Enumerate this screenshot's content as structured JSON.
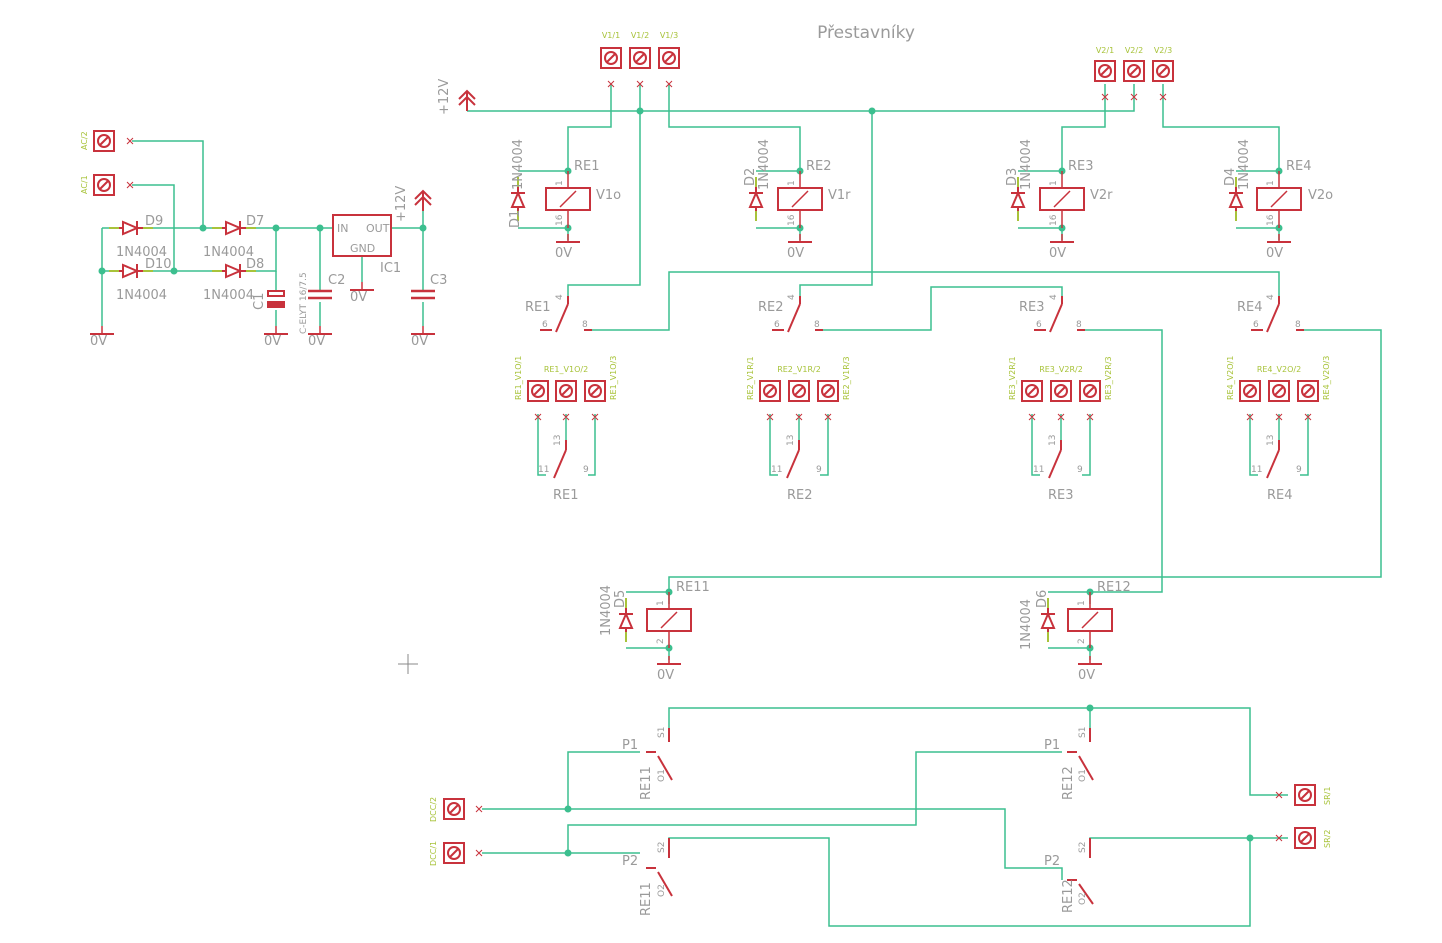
{
  "title": "Přestavníky",
  "colors": {
    "wire": "#3cbf8f",
    "symbol": "#c8323c",
    "label": "#9a9a9a",
    "net_label": "#a8c33a",
    "background": "#ffffff"
  },
  "power": {
    "rail_12v": "+12V",
    "ground": "0V"
  },
  "rectifier": {
    "diodes": [
      {
        "ref": "D9",
        "value": "1N4004"
      },
      {
        "ref": "D7",
        "value": "1N4004"
      },
      {
        "ref": "D10",
        "value": "1N4004"
      },
      {
        "ref": "D8",
        "value": "1N4004"
      }
    ],
    "c1_ref": "C1",
    "c1_value": "C-ELYT 16/7.5",
    "c2_ref": "C2",
    "c3_ref": "C3",
    "regulator": {
      "ref": "IC1",
      "in": "IN",
      "out": "OUT",
      "gnd": "GND"
    },
    "inputs": [
      "AC/2",
      "AC/1"
    ]
  },
  "top_connectors": [
    "V1/1",
    "V1/2",
    "V1/3",
    "V2/1",
    "V2/2",
    "V2/3"
  ],
  "coils": [
    {
      "relay": "RE1",
      "diode": "D1",
      "diode_value": "1N4004",
      "value": "V1o"
    },
    {
      "relay": "RE2",
      "diode": "D2",
      "diode_value": "1N4004",
      "value": "V1r"
    },
    {
      "relay": "RE3",
      "diode": "D3",
      "diode_value": "1N4004",
      "value": "V2r"
    },
    {
      "relay": "RE4",
      "diode": "D4",
      "diode_value": "1N4004",
      "value": "V2o"
    }
  ],
  "coil_pins": {
    "top": "1",
    "bottom": "16"
  },
  "switch_a": {
    "common": "4",
    "nc": "6",
    "no": "8"
  },
  "switch_b": {
    "common": "13",
    "nc": "11",
    "no": "9"
  },
  "terminal_groups": [
    {
      "labels": [
        "RE1_V1O/1",
        "RE1_V1O/2",
        "RE1_V1O/3"
      ]
    },
    {
      "labels": [
        "RE2_V1R/1",
        "RE2_V1R/2",
        "RE2_V1R/3"
      ]
    },
    {
      "labels": [
        "RE3_V2R/1",
        "RE3_V2R/2",
        "RE3_V2R/3"
      ]
    },
    {
      "labels": [
        "RE4_V2O/1",
        "RE4_V2O/2",
        "RE4_V2O/3"
      ]
    }
  ],
  "lower_relays": [
    {
      "relay": "RE11",
      "diode": "D5",
      "diode_value": "1N4004"
    },
    {
      "relay": "RE12",
      "diode": "D6",
      "diode_value": "1N4004"
    }
  ],
  "lower_coil_pins": {
    "top": "1",
    "bottom": "2"
  },
  "dcc": {
    "inputs": [
      "DCC/2",
      "DCC/1"
    ],
    "outputs": [
      "SR/1",
      "SR/2"
    ],
    "contacts": {
      "p1": "P1",
      "p2": "P2",
      "s1": "S1",
      "s2": "S2",
      "o1": "O1",
      "o2": "O2"
    }
  }
}
